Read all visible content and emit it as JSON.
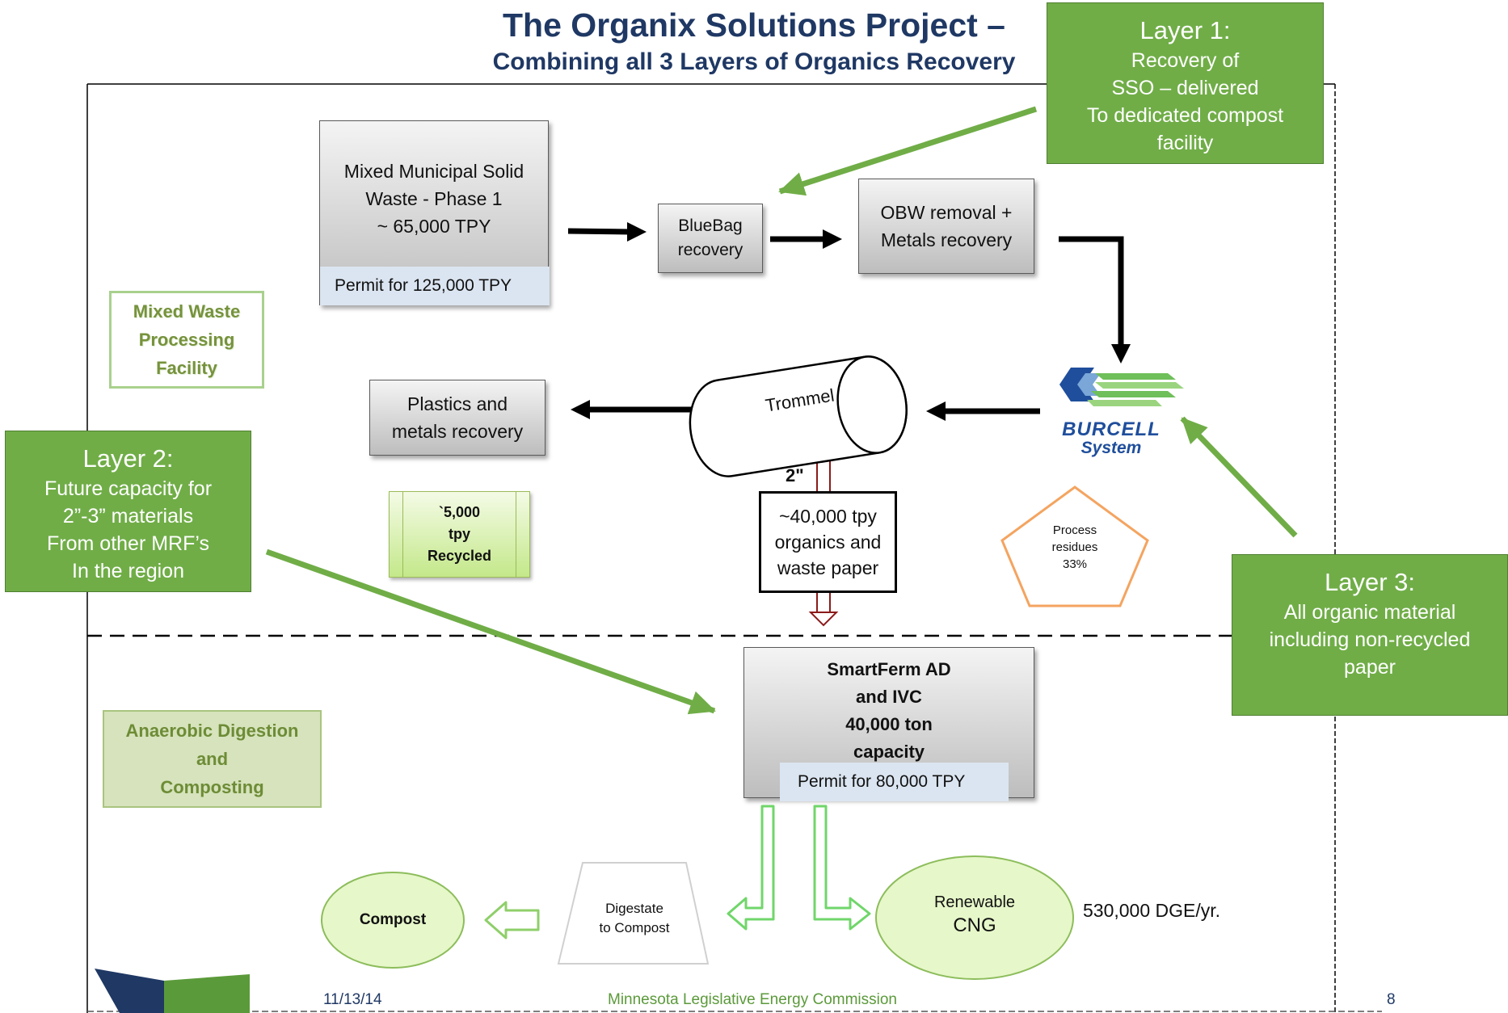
{
  "title": {
    "line1": "The Organix Solutions Project –",
    "line2": "Combining all 3 Layers of Organics Recovery"
  },
  "mixed_waste": {
    "line1": "Mixed Municipal Solid",
    "line2": "Waste - Phase 1",
    "line3": "~ 65,000 TPY",
    "permit": "Permit for 125,000 TPY"
  },
  "bluebag": {
    "line1": "BlueBag",
    "line2": "recovery"
  },
  "obw": {
    "line1": "OBW removal +",
    "line2": "Metals recovery"
  },
  "layer1": {
    "title": "Layer 1:",
    "line1": "Recovery of",
    "line2": "SSO – delivered",
    "line3": "To dedicated compost",
    "line4": "facility"
  },
  "mixed_facility": {
    "line1": "Mixed Waste",
    "line2": "Processing",
    "line3": "Facility"
  },
  "plastics": {
    "line1": "Plastics and",
    "line2": "metals recovery"
  },
  "trommel": {
    "label": "Trommel",
    "size": "2\""
  },
  "burcell": {
    "line1": "BurCell",
    "line2": "System"
  },
  "layer2": {
    "title": "Layer 2:",
    "line1": "Future capacity for",
    "line2": "2”-3” materials",
    "line3": "From other MRF’s",
    "line4": "In the region"
  },
  "recycled": {
    "line1": "`5,000",
    "line2": "tpy",
    "line3": "Recycled"
  },
  "organics": {
    "line1": "~40,000 tpy",
    "line2": "organics and",
    "line3": "waste paper"
  },
  "residues": {
    "line1": "Process",
    "line2": "residues",
    "line3": "33%"
  },
  "layer3": {
    "title": "Layer 3:",
    "line1": "All organic material",
    "line2": "including non-recycled",
    "line3": "paper"
  },
  "ad_facility": {
    "line1": "Anaerobic Digestion",
    "line2": "and",
    "line3": "Composting"
  },
  "smartferm": {
    "line1": "SmartFerm AD",
    "line2": "and IVC",
    "line3": "40,000 ton",
    "line4": "capacity",
    "permit": "Permit for 80,000 TPY"
  },
  "compost": {
    "label": "Compost"
  },
  "digestate": {
    "line1": "Digestate",
    "line2": "to Compost"
  },
  "cng": {
    "line1": "Renewable",
    "line2": "CNG",
    "output": "530,000 DGE/yr."
  },
  "footer": {
    "date": "11/13/14",
    "org": "Minnesota Legislative Energy Commission",
    "page": "8"
  },
  "colors": {
    "title": "#1f3864",
    "layer_green": "#70ad47",
    "arrow_green": "#70ad47",
    "residue_orange": "#f4a460"
  }
}
